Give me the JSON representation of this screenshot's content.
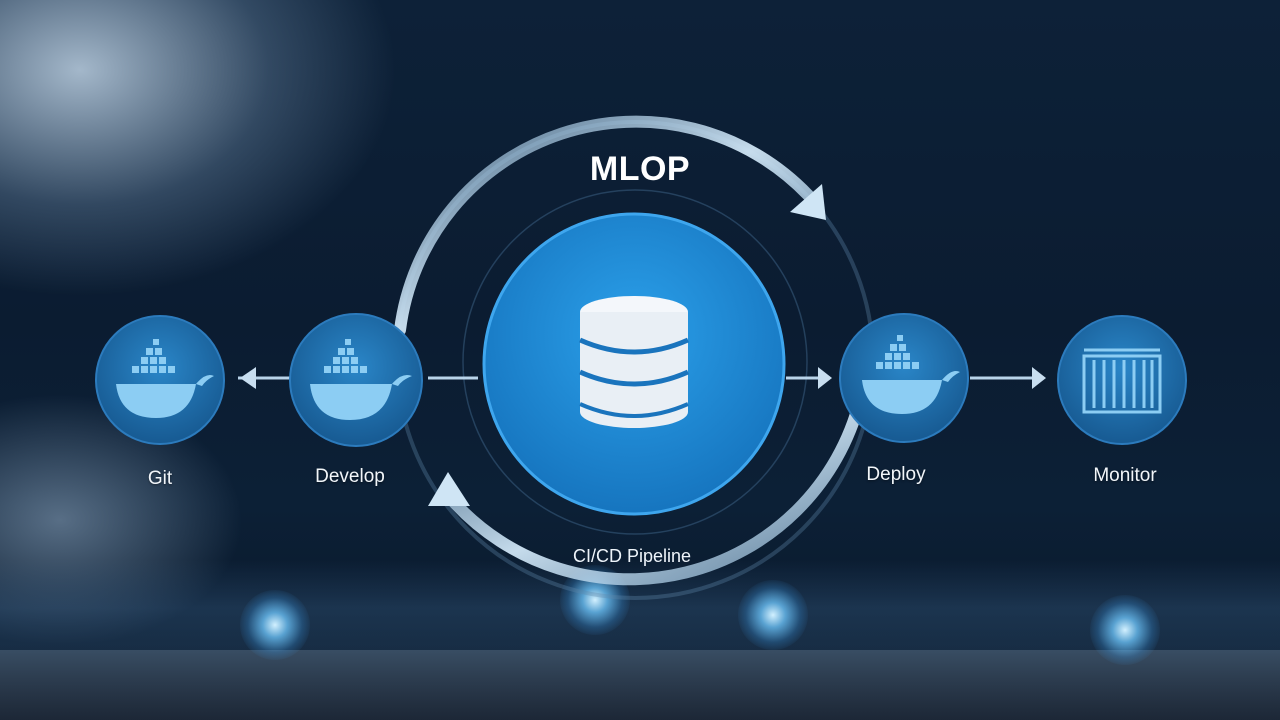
{
  "title": "MLOP",
  "center_caption": "CI/CD Pipeline",
  "center_icon": "database-icon",
  "stages": [
    {
      "label": "Git",
      "icon": "docker-whale-icon"
    },
    {
      "label": "Develop",
      "icon": "docker-whale-icon"
    },
    {
      "label": "Deploy",
      "icon": "docker-whale-icon"
    },
    {
      "label": "Monitor",
      "icon": "container-icon"
    }
  ],
  "colors": {
    "node_fill": "#1f6fae",
    "center_fill": "#1e8ad6",
    "icon_fill": "#7cc4ef",
    "arrow": "#a9cde6"
  }
}
